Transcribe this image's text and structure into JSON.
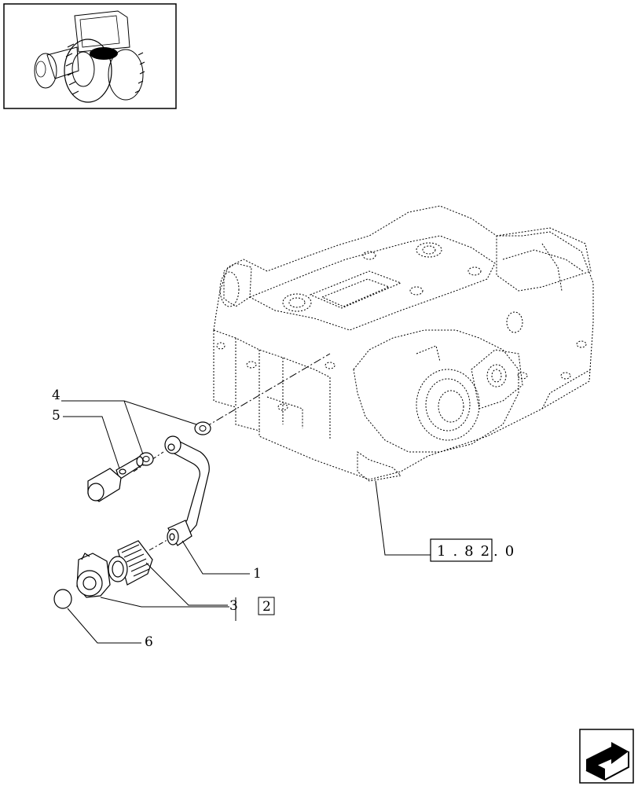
{
  "callouts": {
    "item1": "1",
    "item2": "2",
    "item3": "3",
    "item4": "4",
    "item5": "5",
    "item6": "6"
  },
  "reference": {
    "boxed": "1.82",
    "suffix": ".0"
  },
  "icons": {
    "thumbnail": "tractor-thumbnail-icon",
    "nav": "next-page-arrow-icon"
  },
  "colors": {
    "line": "#000000",
    "highlight": "#000000",
    "background": "#ffffff"
  }
}
